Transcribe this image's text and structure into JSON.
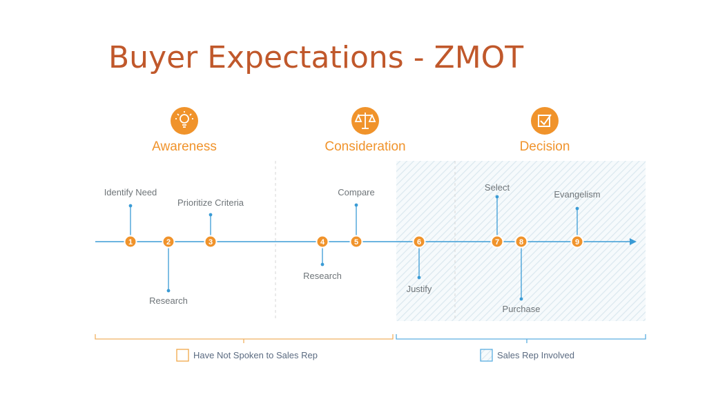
{
  "slide": {
    "title": "Buyer Expectations - ZMOT"
  },
  "phases": [
    {
      "label": "Awareness",
      "icon": "lightbulb-icon"
    },
    {
      "label": "Consideration",
      "icon": "balance-scale-icon"
    },
    {
      "label": "Decision",
      "icon": "checkbox-icon"
    }
  ],
  "steps": [
    {
      "number": "1",
      "label": "Identify Need",
      "label_position": "above"
    },
    {
      "number": "2",
      "label": "Research",
      "label_position": "below"
    },
    {
      "number": "3",
      "label": "Prioritize Criteria",
      "label_position": "above"
    },
    {
      "number": "4",
      "label": "Research",
      "label_position": "below"
    },
    {
      "number": "5",
      "label": "Compare",
      "label_position": "above"
    },
    {
      "number": "6",
      "label": "Justify",
      "label_position": "below"
    },
    {
      "number": "7",
      "label": "Select",
      "label_position": "above"
    },
    {
      "number": "8",
      "label": "Purchase",
      "label_position": "below"
    },
    {
      "number": "9",
      "label": "Evangelism",
      "label_position": "above"
    }
  ],
  "legend": [
    {
      "label": "Have Not Spoken to Sales Rep",
      "swatch": "plain",
      "color": "#f0a848"
    },
    {
      "label": "Sales Rep Involved",
      "swatch": "hatched",
      "color": "#5aaee0"
    }
  ],
  "colors": {
    "title": "#c0582b",
    "accent_orange": "#f0932b",
    "timeline_blue": "#3a9bd5",
    "hatch": "#dde9f0"
  }
}
